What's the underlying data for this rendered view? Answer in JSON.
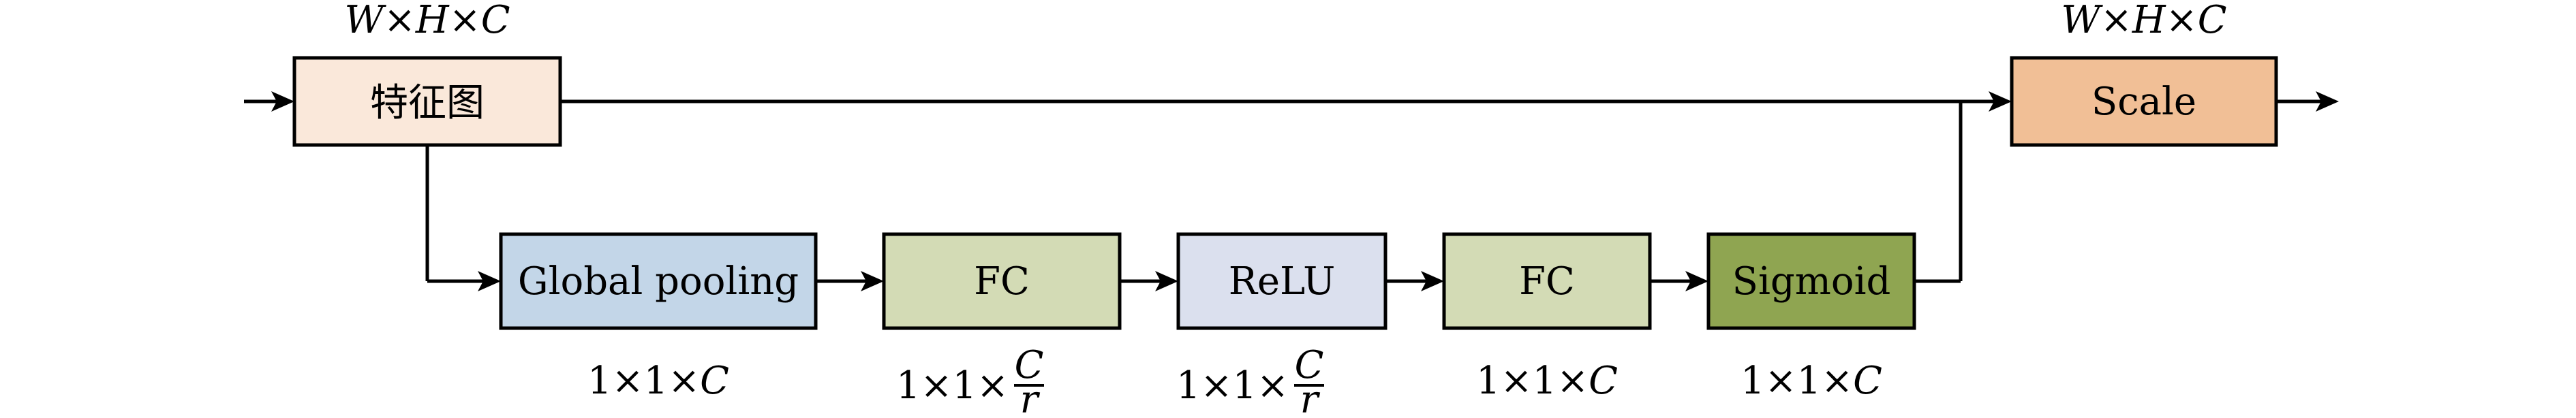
{
  "diagram": {
    "title": "Squeeze-and-Excitation block",
    "input_box": {
      "label": "特征图",
      "dim": "W×H×C",
      "color": "#fae8da"
    },
    "output_box": {
      "label": "Scale",
      "dim": "W×H×C",
      "color": "#f1bf96"
    },
    "pipeline": [
      {
        "id": "global-pooling",
        "label": "Global pooling",
        "dim_prefix": "1×1×",
        "dim_num": "C",
        "dim_den": "",
        "color": "#c3d6e8"
      },
      {
        "id": "fc1",
        "label": "FC",
        "dim_prefix": "1×1×",
        "dim_num": "C",
        "dim_den": "r",
        "color": "#d3dbb5"
      },
      {
        "id": "relu",
        "label": "ReLU",
        "dim_prefix": "1×1×",
        "dim_num": "C",
        "dim_den": "r",
        "color": "#dbe0ee"
      },
      {
        "id": "fc2",
        "label": "FC",
        "dim_prefix": "1×1×",
        "dim_num": "C",
        "dim_den": "",
        "color": "#d3dbb5"
      },
      {
        "id": "sigmoid",
        "label": "Sigmoid",
        "dim_prefix": "1×1×",
        "dim_num": "C",
        "dim_den": "",
        "color": "#8fa551"
      }
    ]
  }
}
